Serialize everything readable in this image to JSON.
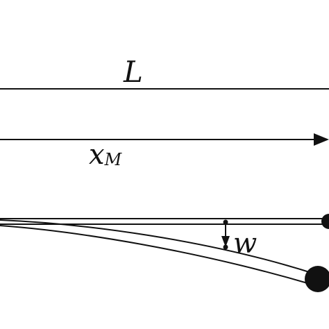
{
  "labels": {
    "length": "L",
    "position_main": "x",
    "position_sub": "M",
    "deflection": "w"
  },
  "colors": {
    "stroke": "#111111",
    "background": "#ffffff"
  }
}
